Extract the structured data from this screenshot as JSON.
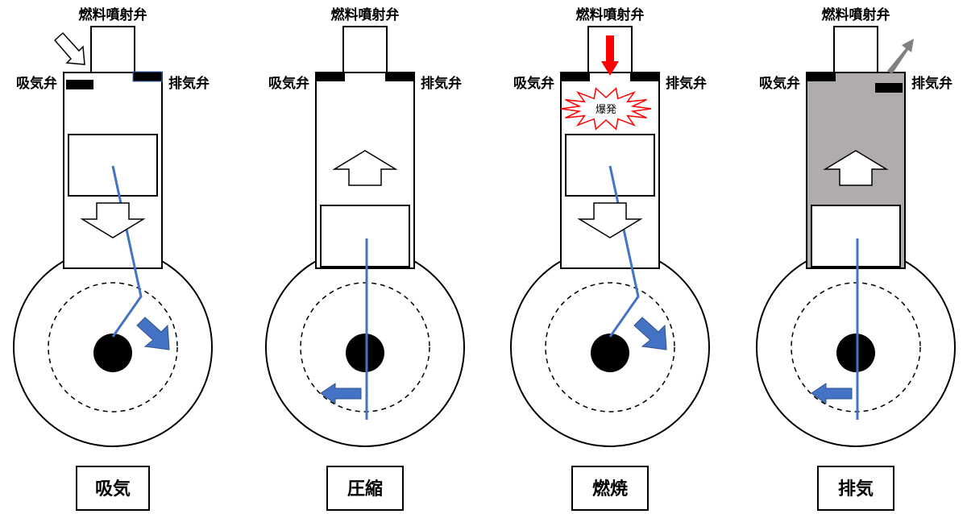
{
  "stages": [
    {
      "name": "吸気",
      "injector_label": "燃料噴射弁",
      "intake_label": "吸気弁",
      "exhaust_label": "排気弁",
      "piston_position": "top",
      "piston_motion": "down",
      "intake_valve": "open",
      "exhaust_valve": "closed",
      "gas_arrow": "intake-in",
      "crank_rotation": "clockwise",
      "explosion_label": "",
      "chamber_fill": "#ffffff"
    },
    {
      "name": "圧縮",
      "injector_label": "燃料噴射弁",
      "intake_label": "吸気弁",
      "exhaust_label": "排気弁",
      "piston_position": "bottom",
      "piston_motion": "up",
      "intake_valve": "closed",
      "exhaust_valve": "closed",
      "gas_arrow": "none",
      "crank_rotation": "counterclockwise",
      "explosion_label": "",
      "chamber_fill": "#ffffff"
    },
    {
      "name": "燃焼",
      "injector_label": "燃料噴射弁",
      "intake_label": "吸気弁",
      "exhaust_label": "排気弁",
      "piston_position": "top",
      "piston_motion": "down",
      "intake_valve": "closed",
      "exhaust_valve": "closed",
      "gas_arrow": "fuel-injection",
      "crank_rotation": "clockwise",
      "explosion_label": "爆発",
      "chamber_fill": "#ffffff"
    },
    {
      "name": "排気",
      "injector_label": "燃料噴射弁",
      "intake_label": "吸気弁",
      "exhaust_label": "排気弁",
      "piston_position": "bottom",
      "piston_motion": "up",
      "intake_valve": "closed",
      "exhaust_valve": "open",
      "gas_arrow": "exhaust-out",
      "crank_rotation": "counterclockwise",
      "explosion_label": "",
      "chamber_fill": "#b0acab"
    }
  ],
  "colors": {
    "outline": "#000000",
    "connecting_rod": "#4472c4",
    "rotation_arrow": "#4472c4",
    "fuel_arrow": "#ff0000",
    "exhaust_arrow": "#808080",
    "explosion_outline": "#ff0000",
    "exhaust_chamber": "#b0acab"
  }
}
